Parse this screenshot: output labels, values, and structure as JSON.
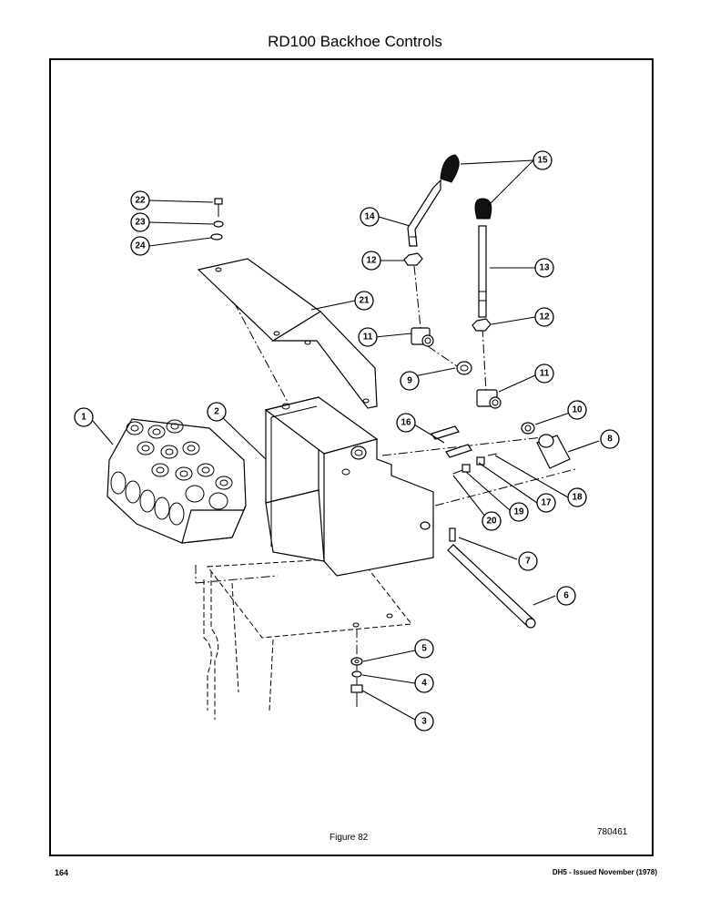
{
  "title": "RD100 Backhoe Controls",
  "figure_caption": "Figure 82",
  "drawing_number": "780461",
  "page_number": "164",
  "issue_line": "DH5 - Issued November (1978)",
  "callouts": [
    "1",
    "2",
    "3",
    "4",
    "5",
    "6",
    "7",
    "8",
    "9",
    "10",
    "11",
    "12",
    "13",
    "14",
    "15",
    "16",
    "17",
    "18",
    "19",
    "20",
    "21",
    "22",
    "23",
    "24"
  ]
}
